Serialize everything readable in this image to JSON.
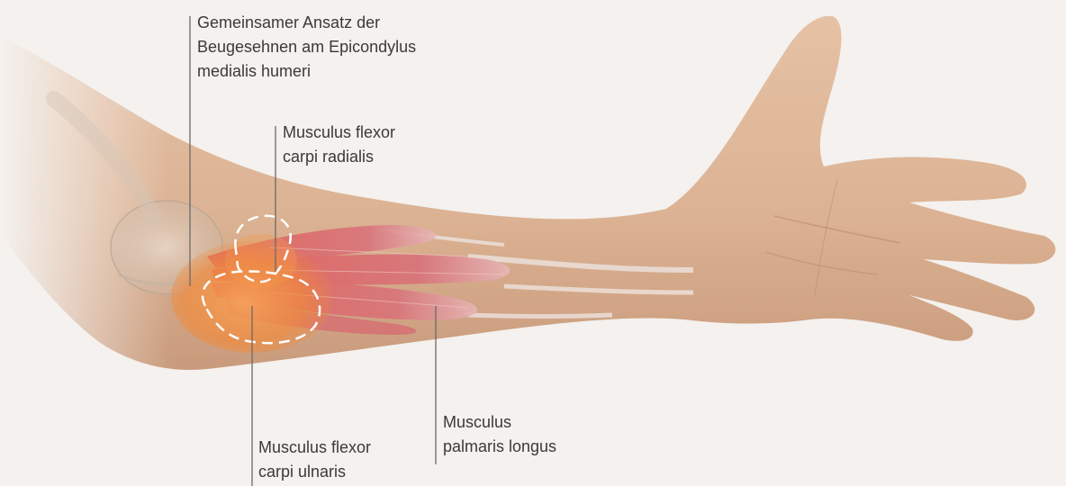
{
  "labels": {
    "common_insertion": {
      "line1": "Gemeinsamer Ansatz der",
      "line2": "Beugesehnen am Epicondylus",
      "line3": "medialis humeri"
    },
    "flexor_carpi_radialis": {
      "line1": "Musculus flexor",
      "line2": "carpi radialis"
    },
    "flexor_carpi_ulnaris": {
      "line1": "Musculus flexor",
      "line2": "carpi ulnaris"
    },
    "palmaris_longus": {
      "line1": "Musculus",
      "line2": "palmaris longus"
    }
  },
  "colors": {
    "background": "#f4f1ee",
    "skin": "#dcb394",
    "skin_shadow": "#c99a7a",
    "muscle": "#d9686e",
    "tendon": "#e9dcd6",
    "inflammation": "#f08a3c",
    "leader_line": "#6a6a6a",
    "highlight_outline": "#ffffff"
  }
}
